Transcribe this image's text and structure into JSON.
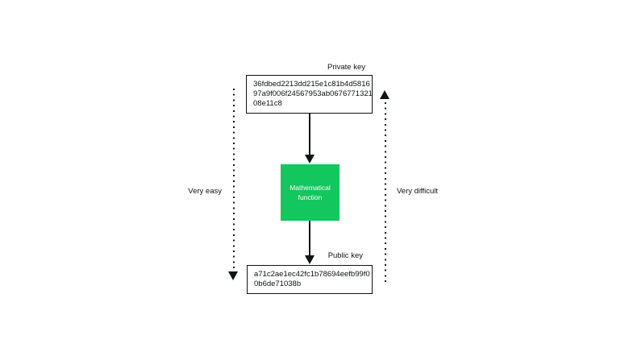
{
  "diagram": {
    "private_key": {
      "label": "Private key",
      "value_lines": [
        "36fdbed2213dd215e1c81b4d5816",
        "97a9f006f24567953ab0676771321",
        "08e11c8"
      ]
    },
    "public_key": {
      "label": "Public key",
      "value_lines": [
        "a71c2ae1ec42fc1b78694eefb99f0",
        "0b6de71038b"
      ]
    },
    "function_box": {
      "line1": "Mathematical",
      "line2": "function"
    },
    "annotations": {
      "left": "Very easy",
      "right": "Very difficult"
    },
    "colors": {
      "accent_green": "#12C75E",
      "line": "#111315",
      "background": "#FFFFFF"
    }
  }
}
